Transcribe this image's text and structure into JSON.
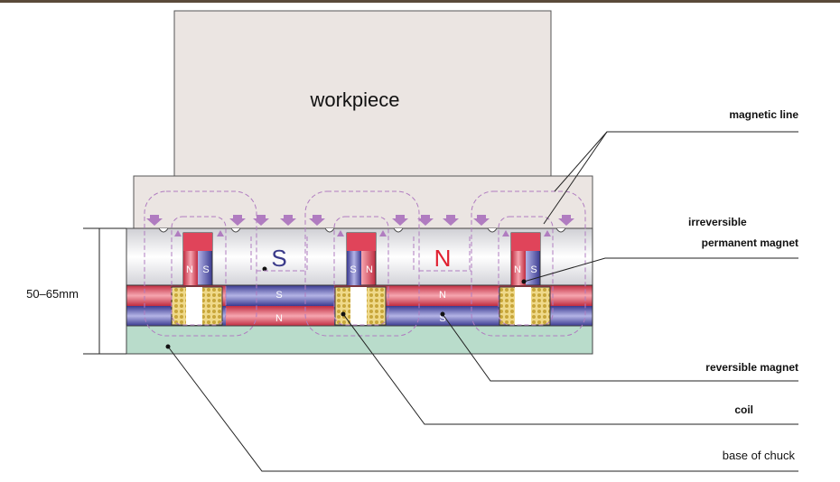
{
  "diagram": {
    "workpiece_label": "workpiece",
    "dimension_label": "50–65mm",
    "pole_labels": {
      "south": "S",
      "north": "N"
    },
    "magnet_pole_n": "N",
    "magnet_pole_s": "S",
    "callouts": {
      "magnetic_line": "magnetic line",
      "irreversible_line1": "irreversible",
      "irreversible_line2": "permanent magnet",
      "reversible_magnet": "reversible magnet",
      "coil": "coil",
      "base_of_chuck": "base of chuck"
    },
    "colors": {
      "top_rule": "#5a4a3a",
      "workpiece_fill": "#ebe5e2",
      "base_fill": "#b9dccb",
      "red_magnet": "#e0445a",
      "blue_magnet": "#4a4aa6",
      "coil_fill": "#e9cf6a",
      "flux_line": "#b07cc0",
      "north_label": "#e02030",
      "south_label": "#3a3a8a"
    }
  }
}
